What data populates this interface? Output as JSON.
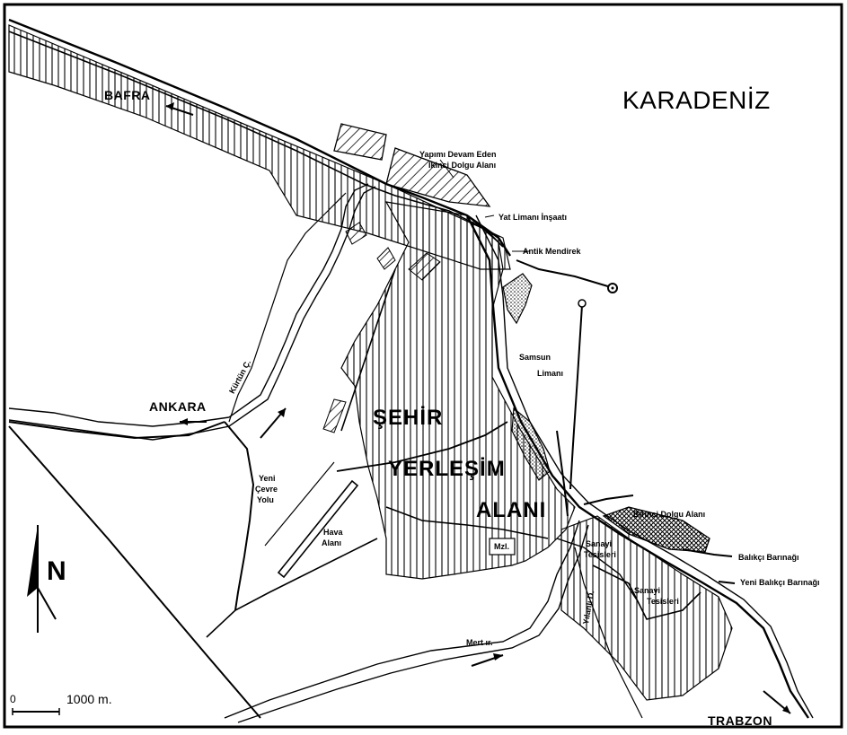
{
  "sea_label": "KARADENİZ",
  "cities": {
    "bafra": "BAFRA",
    "ankara": "ANKARA",
    "trabzon": "TRABZON"
  },
  "urban_area": [
    "ŞEHİR",
    "YERLEŞİM",
    "ALANI"
  ],
  "features": {
    "second_fill_line1": "Yapımı Devam Eden",
    "second_fill_line2": "İkinci Dolgu Alanı",
    "marina": "Yat Limanı İnşaatı",
    "antique_breakwater": "Antik Mendirek",
    "port_line1": "Samsun",
    "port_line2": "Limanı",
    "first_fill": "Birinci Dolgu Alanı",
    "fishing_harbor": "Balıkçı Barınağı",
    "new_fishing_harbor": "Yeni Balıkçı Barınağı",
    "industry1_line1": "Sanayi",
    "industry1_line2": "Tesisleri",
    "industry2_line1": "Sanayi",
    "industry2_line2": "Tesisleri",
    "airport_line1": "Hava",
    "airport_line2": "Alanı",
    "ring_road_line1": "Yeni",
    "ring_road_line2": "Çevre",
    "ring_road_line3": "Yolu",
    "kurtun_stream": "Kürtün Ç.",
    "mert_river": "Mert ır.",
    "yilanli_stream": "Yılanlı D.",
    "fair": "Mzl."
  },
  "north_arrow": "N",
  "scale": {
    "start": "0",
    "end": "1000 m."
  }
}
